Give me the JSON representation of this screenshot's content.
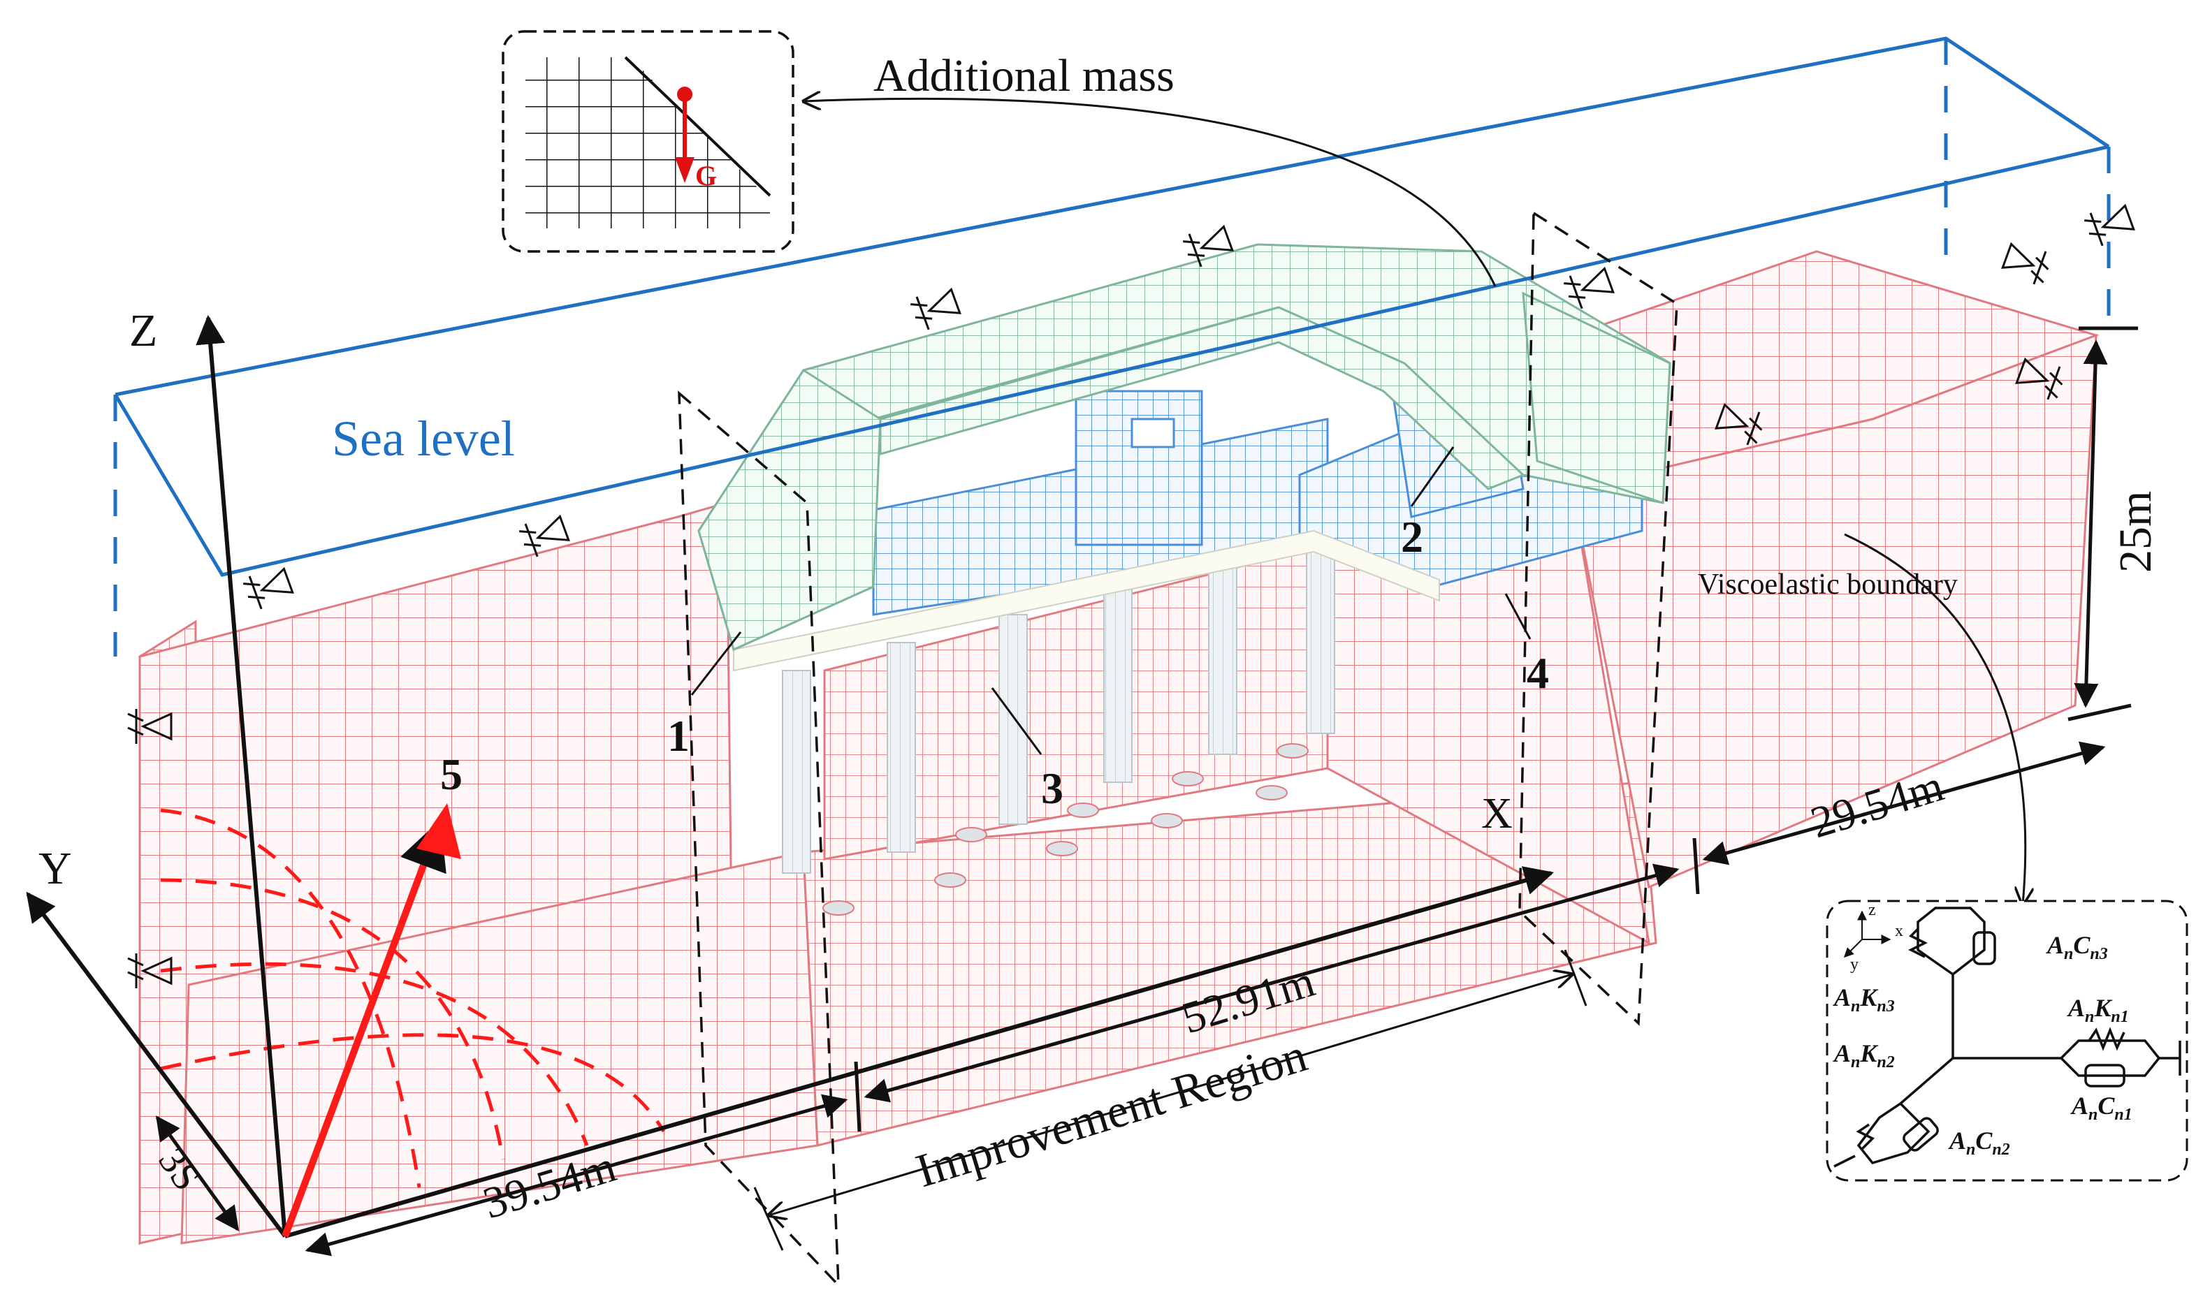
{
  "labels": {
    "axis_z": "Z",
    "axis_y": "Y",
    "axis_x": "X",
    "sea_level": "Sea level",
    "additional_mass": "Additional mass",
    "gravity": "G",
    "viscoelastic_boundary": "Viscoelastic boundary",
    "improvement_region": "Improvement Region",
    "height": "25m",
    "dim_left": "39.54m",
    "dim_middle": "52.91m",
    "dim_right": "29.54m",
    "dim_depth": "3S",
    "callout_1": "1",
    "callout_2": "2",
    "callout_3": "3",
    "callout_4": "4",
    "callout_5": "5"
  },
  "spring_legend": {
    "local_z": "z",
    "local_x": "x",
    "local_y": "y",
    "labels": [
      {
        "a": "A",
        "sub_a": "n",
        "b": "C",
        "sub_b": "n3"
      },
      {
        "a": "A",
        "sub_a": "n",
        "b": "K",
        "sub_b": "n3"
      },
      {
        "a": "A",
        "sub_a": "n",
        "b": "K",
        "sub_b": "n1"
      },
      {
        "a": "A",
        "sub_a": "n",
        "b": "K",
        "sub_b": "n2"
      },
      {
        "a": "A",
        "sub_a": "n",
        "b": "C",
        "sub_b": "n1"
      },
      {
        "a": "A",
        "sub_a": "n",
        "b": "C",
        "sub_b": "n2"
      }
    ]
  },
  "colors": {
    "soil_mesh": "#e07a80",
    "cap_mesh": "#7fb59a",
    "deck_mesh": "#4a8fd6",
    "sea_box": "#1f6fc2",
    "wave_arrow": "#ff1a1a",
    "ink": "#111111"
  }
}
